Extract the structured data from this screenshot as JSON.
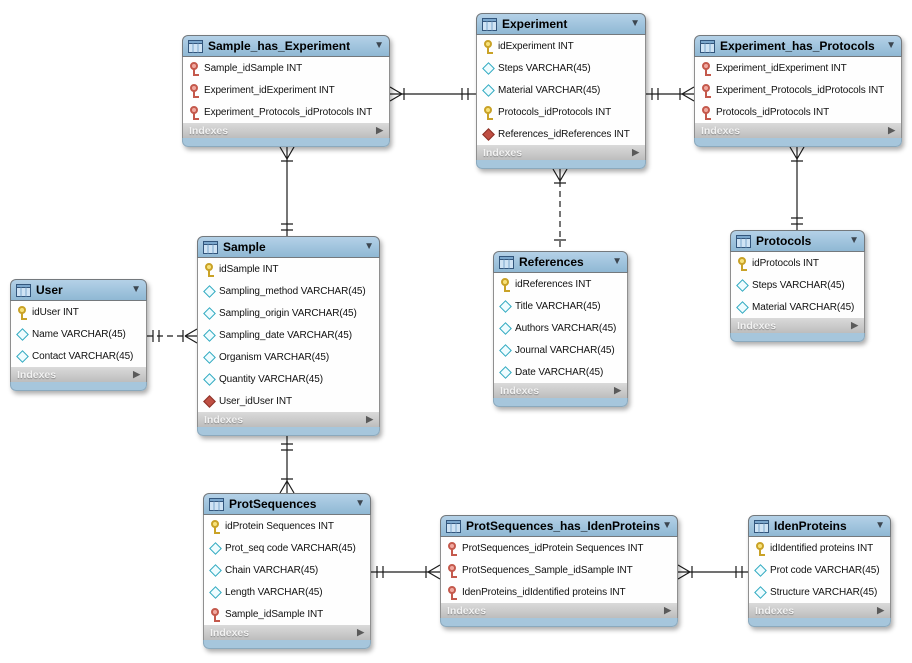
{
  "ui": {
    "indexes_label": "Indexes",
    "collapse_icon": "▼",
    "expand_icon": "▶"
  },
  "colors": {
    "header_blue": "#9cc3dd",
    "footer_gray": "#c9c9c9",
    "body_white": "#fefefe",
    "pk_key": "#c9a227",
    "pkfk_key": "#c4594c",
    "diamond_outline": "#2fa9c0",
    "diamond_filled": "#bf4f43",
    "line": "#1c1c1c"
  },
  "tables": [
    {
      "title": "Sample_has_Experiment",
      "columns": [
        {
          "text": "Sample_idSample INT",
          "icon": "fkpk"
        },
        {
          "text": "Experiment_idExperiment INT",
          "icon": "fkpk"
        },
        {
          "text": "Experiment_Protocols_idProtocols INT",
          "icon": "fkpk"
        }
      ]
    },
    {
      "title": "Experiment",
      "columns": [
        {
          "text": "idExperiment INT",
          "icon": "pk"
        },
        {
          "text": "Steps VARCHAR(45)",
          "icon": "col"
        },
        {
          "text": "Material VARCHAR(45)",
          "icon": "col"
        },
        {
          "text": "Protocols_idProtocols INT",
          "icon": "pk"
        },
        {
          "text": "References_idReferences INT",
          "icon": "fk"
        }
      ]
    },
    {
      "title": "Experiment_has_Protocols",
      "columns": [
        {
          "text": "Experiment_idExperiment INT",
          "icon": "fkpk"
        },
        {
          "text": "Experiment_Protocols_idProtocols INT",
          "icon": "fkpk"
        },
        {
          "text": "Protocols_idProtocols INT",
          "icon": "fkpk"
        }
      ]
    },
    {
      "title": "Sample",
      "columns": [
        {
          "text": "idSample INT",
          "icon": "pk"
        },
        {
          "text": "Sampling_method VARCHAR(45)",
          "icon": "col"
        },
        {
          "text": "Sampling_origin VARCHAR(45)",
          "icon": "col"
        },
        {
          "text": "Sampling_date VARCHAR(45)",
          "icon": "col"
        },
        {
          "text": "Organism VARCHAR(45)",
          "icon": "col"
        },
        {
          "text": "Quantity VARCHAR(45)",
          "icon": "col"
        },
        {
          "text": "User_idUser INT",
          "icon": "fk"
        }
      ]
    },
    {
      "title": "User",
      "columns": [
        {
          "text": "idUser INT",
          "icon": "pk"
        },
        {
          "text": "Name VARCHAR(45)",
          "icon": "col"
        },
        {
          "text": "Contact VARCHAR(45)",
          "icon": "col"
        }
      ]
    },
    {
      "title": "References",
      "columns": [
        {
          "text": "idReferences INT",
          "icon": "pk"
        },
        {
          "text": "Title VARCHAR(45)",
          "icon": "col"
        },
        {
          "text": "Authors VARCHAR(45)",
          "icon": "col"
        },
        {
          "text": "Journal VARCHAR(45)",
          "icon": "col"
        },
        {
          "text": "Date VARCHAR(45)",
          "icon": "col"
        }
      ]
    },
    {
      "title": "Protocols",
      "columns": [
        {
          "text": "idProtocols INT",
          "icon": "pk"
        },
        {
          "text": "Steps VARCHAR(45)",
          "icon": "col"
        },
        {
          "text": "Material VARCHAR(45)",
          "icon": "col"
        }
      ]
    },
    {
      "title": "ProtSequences",
      "columns": [
        {
          "text": "idProtein Sequences INT",
          "icon": "pk"
        },
        {
          "text": "Prot_seq code VARCHAR(45)",
          "icon": "col"
        },
        {
          "text": "Chain VARCHAR(45)",
          "icon": "col"
        },
        {
          "text": "Length VARCHAR(45)",
          "icon": "col"
        },
        {
          "text": "Sample_idSample INT",
          "icon": "fkpk"
        }
      ]
    },
    {
      "title": "ProtSequences_has_IdenProteins",
      "columns": [
        {
          "text": "ProtSequences_idProtein Sequences INT",
          "icon": "fkpk"
        },
        {
          "text": "ProtSequences_Sample_idSample INT",
          "icon": "fkpk"
        },
        {
          "text": "IdenProteins_idIdentified proteins INT",
          "icon": "fkpk"
        }
      ]
    },
    {
      "title": "IdenProteins",
      "columns": [
        {
          "text": "idIdentified proteins INT",
          "icon": "pk"
        },
        {
          "text": "Prot code VARCHAR(45)",
          "icon": "col"
        },
        {
          "text": "Structure VARCHAR(45)",
          "icon": "col"
        }
      ]
    }
  ],
  "relationships": [
    {
      "from_table": "Experiment",
      "to_table": "Sample_has_Experiment",
      "from_cardinality": "one",
      "to_cardinality": "many",
      "identifying": true
    },
    {
      "from_table": "Experiment",
      "to_table": "Experiment_has_Protocols",
      "from_cardinality": "one",
      "to_cardinality": "many",
      "identifying": true
    },
    {
      "from_table": "Sample",
      "to_table": "Sample_has_Experiment",
      "from_cardinality": "one",
      "to_cardinality": "many",
      "identifying": true
    },
    {
      "from_table": "References",
      "to_table": "Experiment",
      "from_cardinality": "one",
      "to_cardinality": "many",
      "identifying": false
    },
    {
      "from_table": "Protocols",
      "to_table": "Experiment_has_Protocols",
      "from_cardinality": "one",
      "to_cardinality": "many",
      "identifying": true
    },
    {
      "from_table": "User",
      "to_table": "Sample",
      "from_cardinality": "one",
      "to_cardinality": "many",
      "identifying": false
    },
    {
      "from_table": "Sample",
      "to_table": "ProtSequences",
      "from_cardinality": "one",
      "to_cardinality": "many",
      "identifying": true
    },
    {
      "from_table": "ProtSequences",
      "to_table": "ProtSequences_has_IdenProteins",
      "from_cardinality": "one",
      "to_cardinality": "many",
      "identifying": true
    },
    {
      "from_table": "IdenProteins",
      "to_table": "ProtSequences_has_IdenProteins",
      "from_cardinality": "one",
      "to_cardinality": "many",
      "identifying": true
    }
  ]
}
